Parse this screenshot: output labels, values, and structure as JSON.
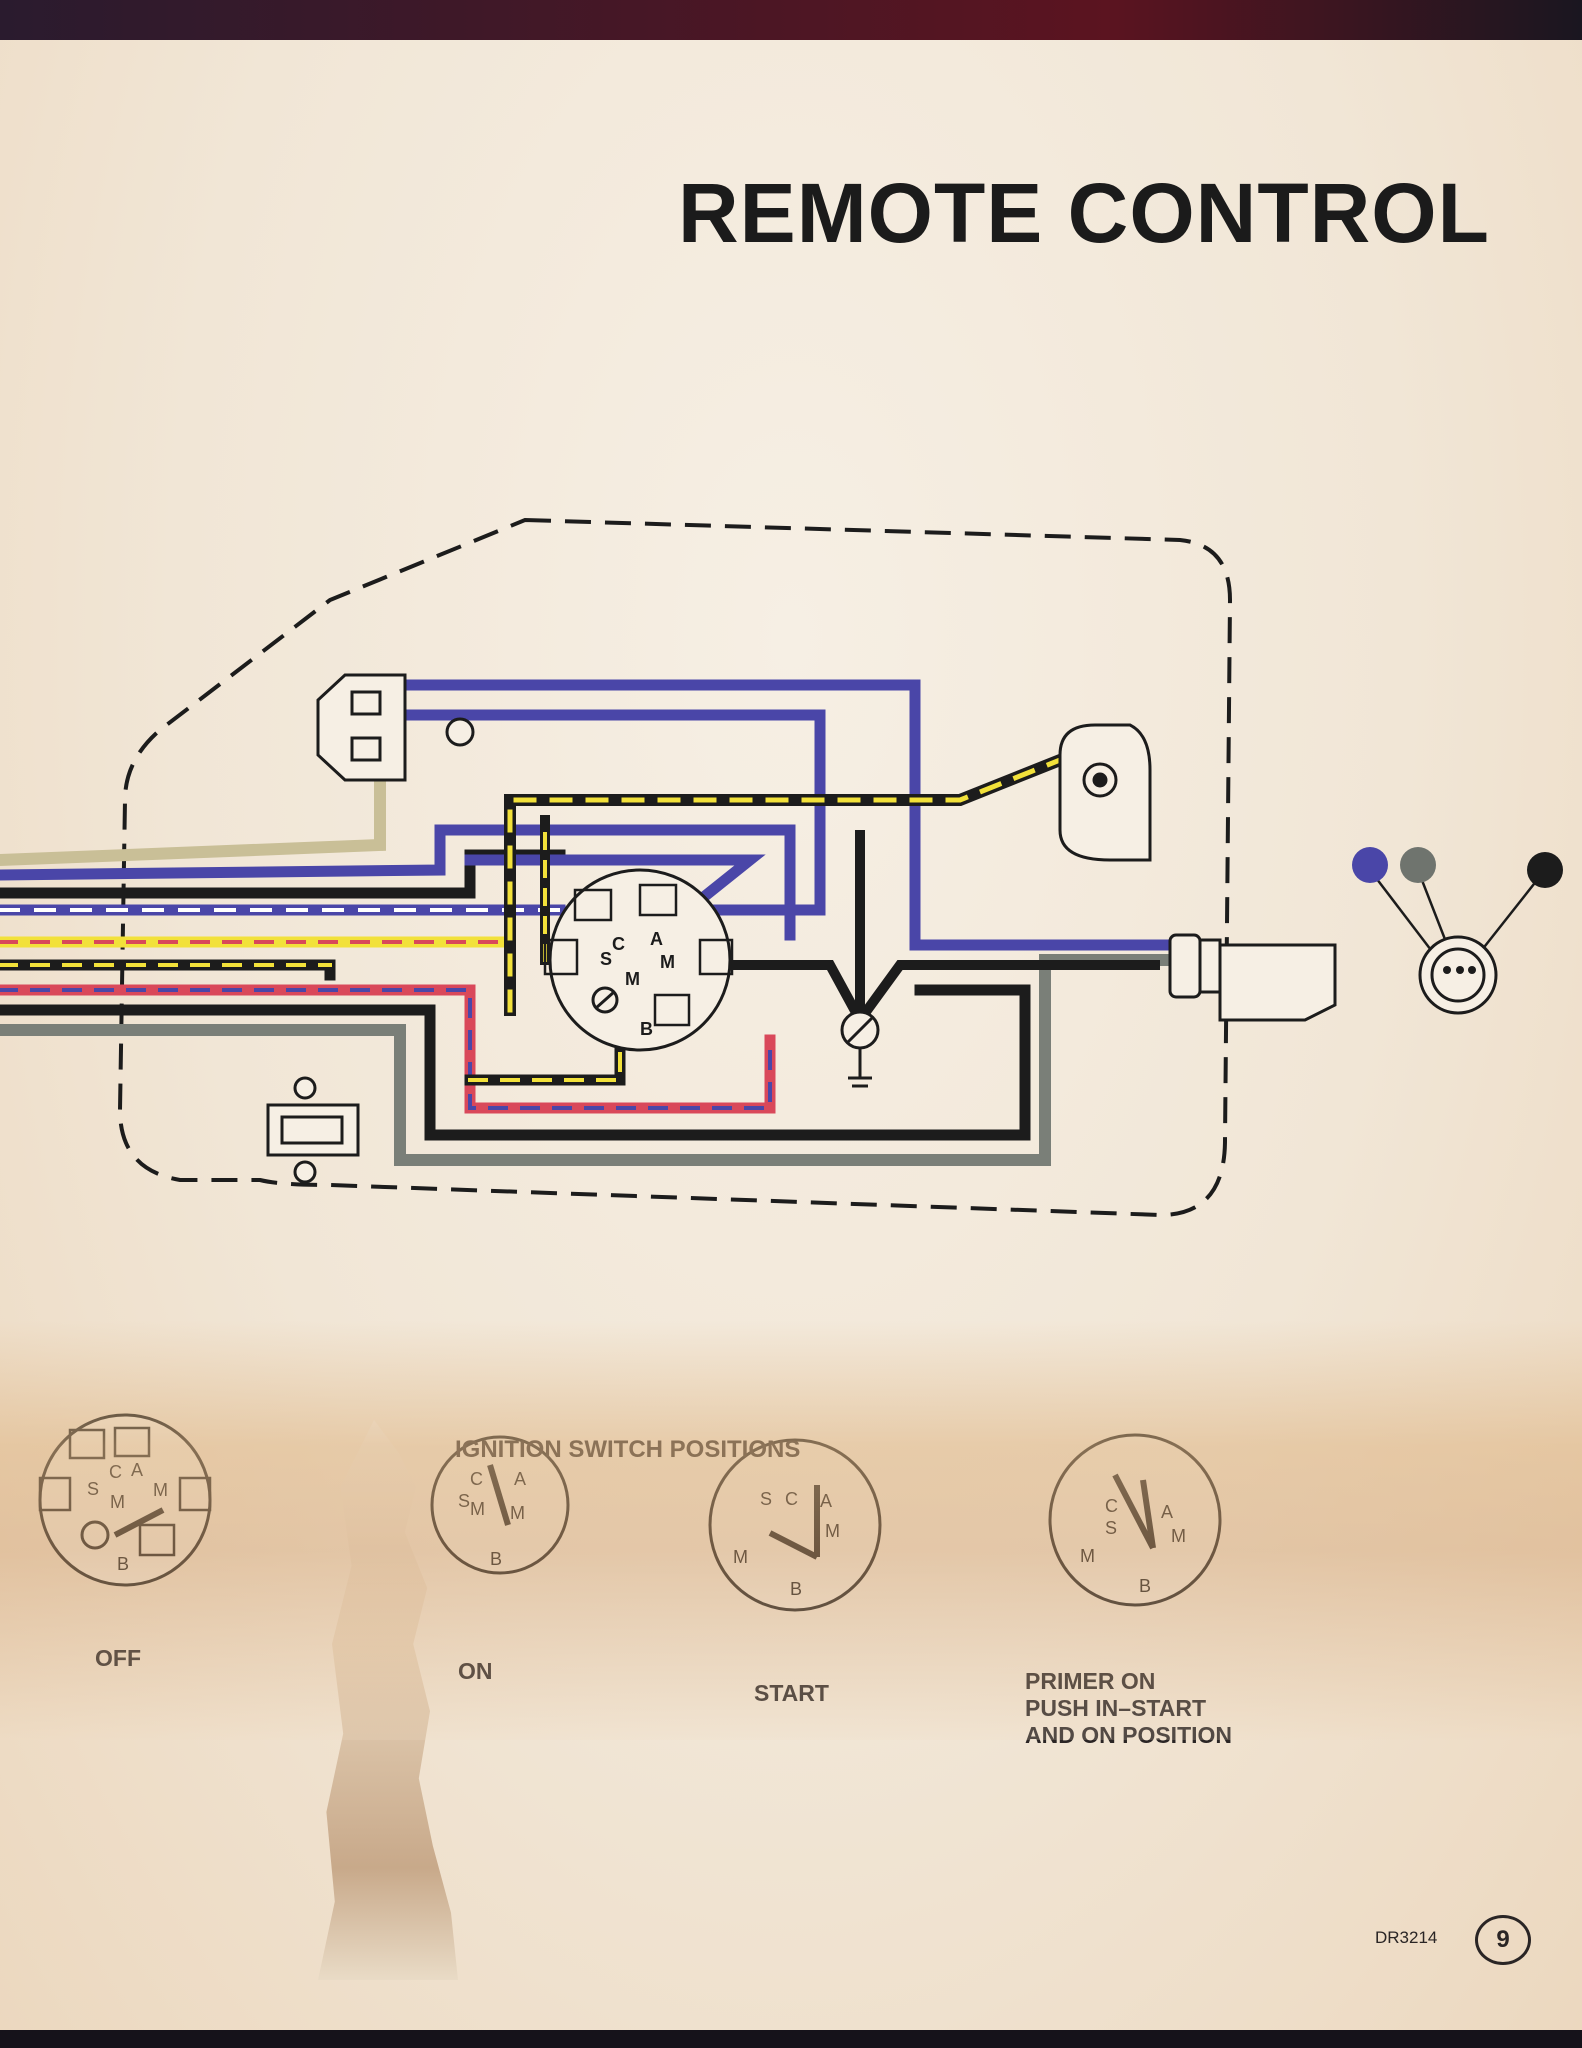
{
  "title": "REMOTE CONTROL",
  "diagram": {
    "switch_terminals": [
      "C",
      "A",
      "S",
      "M",
      "M",
      "B"
    ],
    "wire_colors": {
      "blue": "#4a46a8",
      "black": "#1c1c1c",
      "yellow": "#f2e13a",
      "red": "#d9485a",
      "gray": "#7a7f78",
      "tan": "#c9bf97"
    },
    "indicator_dots": [
      "#4a46a8",
      "#6f746e",
      "#1c1c1c"
    ]
  },
  "ignition": {
    "heading": "IGNITION SWITCH POSITIONS",
    "positions": [
      {
        "label": "OFF"
      },
      {
        "label": "ON"
      },
      {
        "label": "START"
      },
      {
        "label": "PRIMER ON\nPUSH IN–START\nAND ON POSITION"
      }
    ]
  },
  "footer": {
    "doc_number": "DR3214",
    "page_number": "9"
  }
}
